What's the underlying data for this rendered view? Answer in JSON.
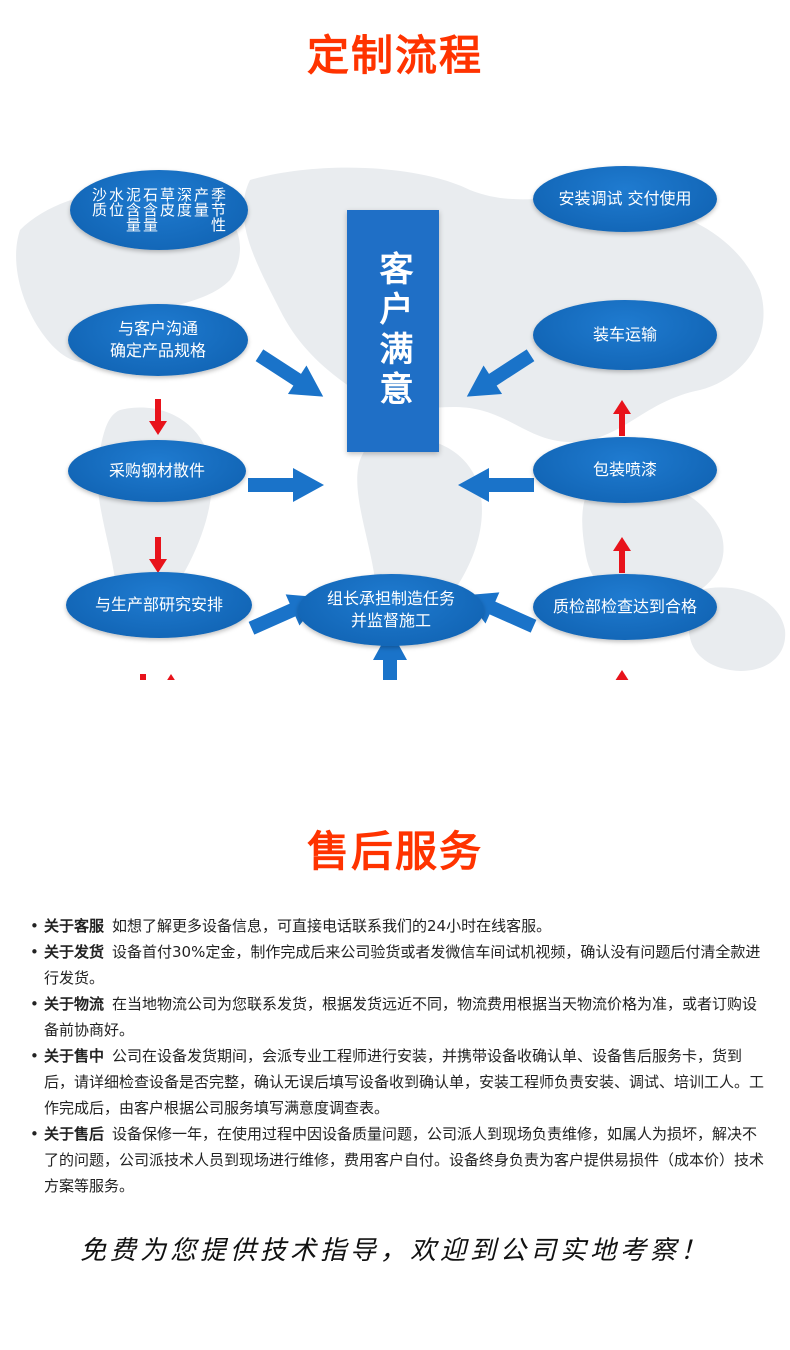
{
  "colors": {
    "title": "#ff3300",
    "node_blue": "#1f7bd0",
    "node_blue_dark": "#0e5fae",
    "center_box": "#1f6fc6",
    "arrow_red": "#e8131b",
    "arrow_blue": "#1a73c9",
    "map_gray": "#e9ecef"
  },
  "flow": {
    "title": "定制流程",
    "center_text": "客户满意",
    "nodes": {
      "quality": {
        "columns": [
          [
            "沙",
            "质"
          ],
          [
            "水",
            "位"
          ],
          [
            "泥",
            "含",
            "量"
          ],
          [
            "石",
            "含",
            "量"
          ],
          [
            "草",
            "皮"
          ],
          [
            "深",
            "度"
          ],
          [
            "产",
            "量"
          ],
          [
            "季",
            "节",
            "性"
          ]
        ]
      },
      "communicate": "与客户沟通\n确定产品规格",
      "purchase": "采购钢材散件",
      "arrange": "与生产部研究安排",
      "team": "组长承担制造任务\n并监督施工",
      "inspect": "质检部检查达到合格",
      "paint": "包装喷漆",
      "transport": "装车运输",
      "install": "安装调试  交付使用"
    }
  },
  "after_sales": {
    "title": "售后服务",
    "items": [
      {
        "label": "关于客服",
        "text": "如想了解更多设备信息，可直接电话联系我们的24小时在线客服。"
      },
      {
        "label": "关于发货",
        "text": "设备首付30%定金，制作完成后来公司验货或者发微信车间试机视频，确认没有问题后付清全款进行发货。"
      },
      {
        "label": "关于物流",
        "text": "在当地物流公司为您联系发货，根据发货远近不同，物流费用根据当天物流价格为准，或者订购设备前协商好。"
      },
      {
        "label": "关于售中",
        "text": "公司在设备发货期间，会派专业工程师进行安装，并携带设备收确认单、设备售后服务卡，货到后，请详细检查设备是否完整，确认无误后填写设备收到确认单，安装工程师负责安装、调试、培训工人。工作完成后，由客户根据公司服务填写满意度调查表。"
      },
      {
        "label": "关于售后",
        "text": "设备保修一年，在使用过程中因设备质量问题，公司派人到现场负责维修，如属人为损坏，解决不了的问题，公司派技术人员到现场进行维修，费用客户自付。设备终身负责为客户提供易损件（成本价）技术方案等服务。"
      }
    ]
  },
  "slogan": "免费为您提供技术指导，欢迎到公司实地考察！"
}
